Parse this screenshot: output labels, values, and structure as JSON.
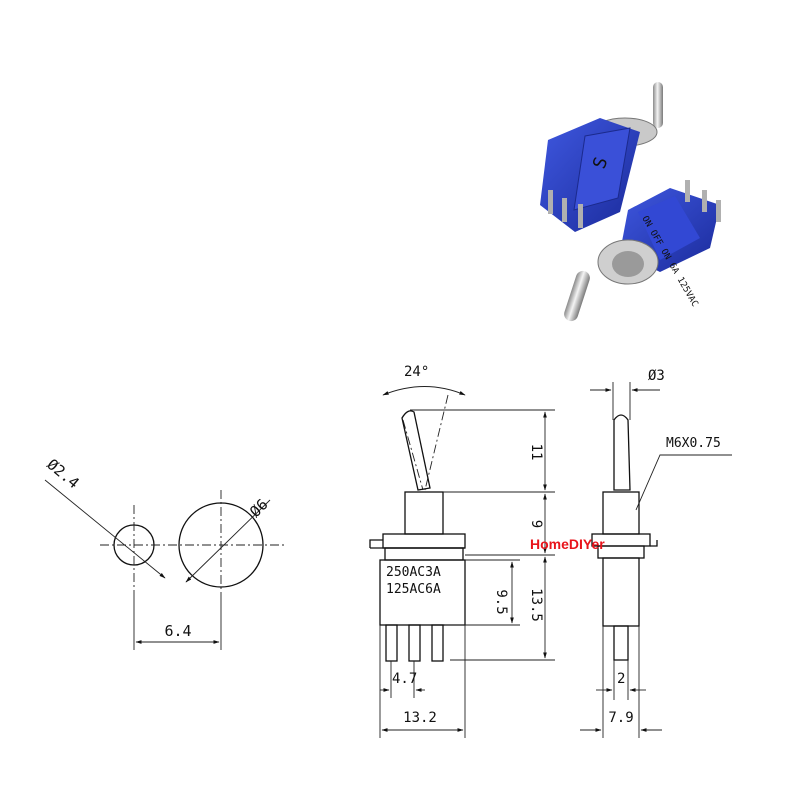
{
  "photo": {
    "switch_top_marking": "S",
    "switch_side_marking": "ON OFF ON 6A 125VAC"
  },
  "panel_cutout": {
    "small_hole_label": "Ø2.4",
    "large_hole_label": "Ø6",
    "spacing_label": "6.4"
  },
  "front_view": {
    "angle_label": "24°",
    "height_lever_label": "11",
    "height_bushing_label": "9",
    "height_body_label": "13.5",
    "height_inner_label": "9.5",
    "rating_line_1": "250AC3A",
    "rating_line_2": "125AC6A",
    "pin_pitch_label": "4.7",
    "width_label": "13.2"
  },
  "side_view": {
    "lever_dia_label": "Ø3",
    "thread_label": "M6X0.75",
    "pin_label": "2",
    "width_label": "7.9"
  },
  "watermark": {
    "text": "HomeDIYer",
    "color": "#e8141b"
  }
}
